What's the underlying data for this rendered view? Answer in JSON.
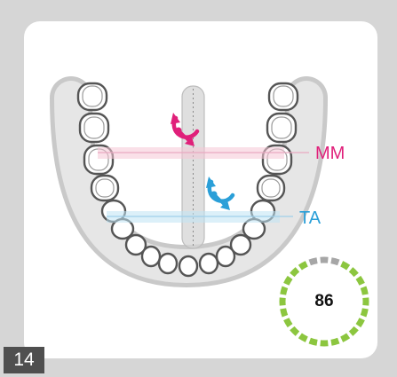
{
  "figure_number": "14",
  "markers": {
    "mm": {
      "label": "MM",
      "color": "#e0207a"
    },
    "ta": {
      "label": "TA",
      "color": "#2a9fd8"
    }
  },
  "score": {
    "value": "86",
    "fraction": 0.86,
    "filled_color": "#8cc63f",
    "empty_color": "#a6a6a6"
  },
  "icons": {
    "mm_icon": "rotate-clockwise-icon",
    "ta_icon": "rotate-clockwise-icon"
  }
}
